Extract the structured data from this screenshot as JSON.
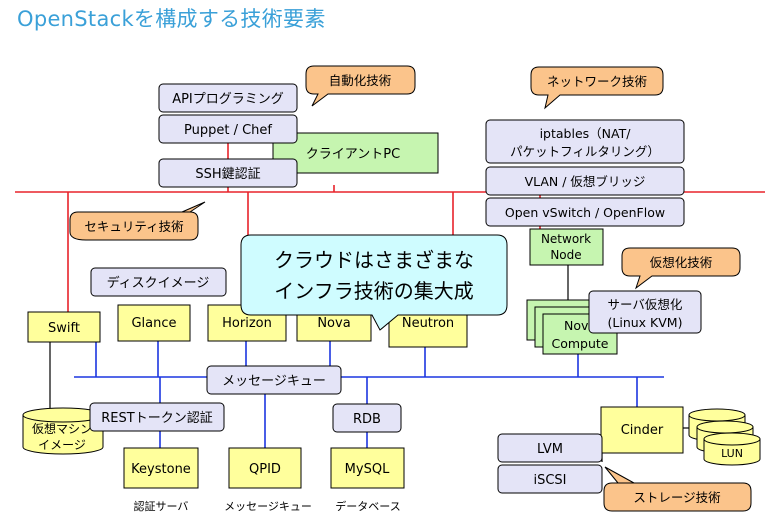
{
  "title": "OpenStackを構成する技術要素",
  "tech_labels": {
    "automation": "自動化技術",
    "network_tech": "ネットワーク技術",
    "security": "セキュリティ技術",
    "virtualization": "仮想化技術",
    "storage_tech": "ストレージ技術"
  },
  "client": {
    "api_programming": "APIプログラミング",
    "puppet_chef": "Puppet / Chef",
    "client_pc": "クライアントPC",
    "ssh_auth": "SSH鍵認証"
  },
  "network": {
    "iptables_line1": "iptables（NAT/",
    "iptables_line2": "パケットフィルタリング）",
    "vlan": "VLAN / 仮想ブリッジ",
    "ovs": "Open vSwitch / OpenFlow",
    "node_line1": "Network",
    "node_line2": "Node"
  },
  "disk_image": "ディスクイメージ",
  "headline_line1": "クラウドはさまざまな",
  "headline_line2": "インフラ技術の集大成",
  "components": {
    "swift": "Swift",
    "glance": "Glance",
    "horizon": "Horizon",
    "nova": "Nova",
    "neutron": "Neutron",
    "nova_compute_line1": "Nova",
    "nova_compute_line2": "Compute"
  },
  "server_virt_line1": "サーバ仮想化",
  "server_virt_line2": "(Linux KVM)",
  "message_queue": "メッセージキュー",
  "vm_image_line1": "仮想マシン",
  "vm_image_line2": "イメージ",
  "rest_token": "RESTトークン認証",
  "rdb": "RDB",
  "backends": {
    "keystone": "Keystone",
    "qpid": "QPID",
    "mysql": "MySQL"
  },
  "captions": {
    "auth_server": "認証サーバ",
    "message_queue": "メッセージキュー",
    "database": "データベース"
  },
  "storage": {
    "cinder": "Cinder",
    "lvm": "LVM",
    "iscsi": "iSCSI",
    "lun": "LUN"
  },
  "colors": {
    "red_network": "#e8232b",
    "blue_bus": "#1c36e0",
    "yellow_box": "#ffff9c",
    "green_box": "#c6f5b0",
    "lavender_box": "#e4e4f7",
    "orange_bubble": "#fbc48b",
    "cyan_bubble": "#cffcff",
    "title": "#3aa0d8"
  }
}
